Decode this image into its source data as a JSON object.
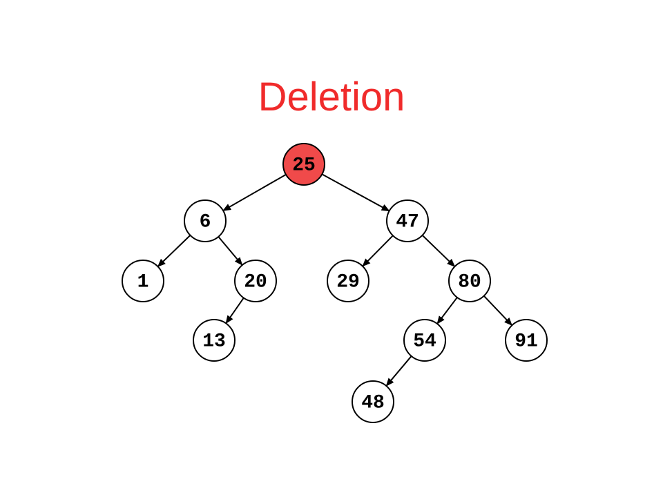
{
  "slide": {
    "title": "Deletion",
    "highlight_color": "#f04a4a",
    "node_color": "#ffffff"
  },
  "tree": {
    "nodes": [
      {
        "id": "n25",
        "label": "25",
        "highlighted": true
      },
      {
        "id": "n6",
        "label": "6"
      },
      {
        "id": "n47",
        "label": "47"
      },
      {
        "id": "n1",
        "label": "1"
      },
      {
        "id": "n20",
        "label": "20"
      },
      {
        "id": "n29",
        "label": "29"
      },
      {
        "id": "n80",
        "label": "80"
      },
      {
        "id": "n13",
        "label": "13"
      },
      {
        "id": "n54",
        "label": "54"
      },
      {
        "id": "n91",
        "label": "91"
      },
      {
        "id": "n48",
        "label": "48"
      }
    ],
    "edges": [
      {
        "from": "n25",
        "to": "n6"
      },
      {
        "from": "n25",
        "to": "n47"
      },
      {
        "from": "n6",
        "to": "n1"
      },
      {
        "from": "n6",
        "to": "n20"
      },
      {
        "from": "n47",
        "to": "n29"
      },
      {
        "from": "n47",
        "to": "n80"
      },
      {
        "from": "n20",
        "to": "n13"
      },
      {
        "from": "n80",
        "to": "n54"
      },
      {
        "from": "n80",
        "to": "n91"
      },
      {
        "from": "n54",
        "to": "n48"
      }
    ]
  }
}
